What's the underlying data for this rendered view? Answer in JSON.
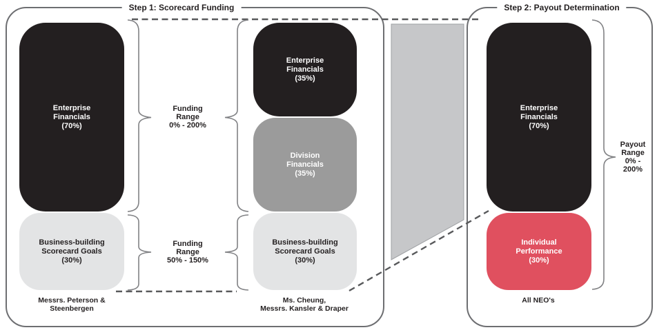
{
  "step1": {
    "title": "Step 1: Scorecard Funding",
    "columns": [
      {
        "caption": "Messrs. Peterson &\nSteenbergen",
        "boxes": [
          {
            "label": "Enterprise\nFinancials\n(70%)",
            "color": "#231f20"
          },
          {
            "label": "Business-building\nScorecard Goals\n(30%)",
            "color": "#e3e4e5"
          }
        ]
      },
      {
        "caption": "Ms. Cheung,\nMessrs. Kansler & Draper",
        "boxes": [
          {
            "label": "Enterprise\nFinancials\n(35%)",
            "color": "#231f20"
          },
          {
            "label": "Division\nFinancials\n(35%)",
            "color": "#9b9b9b"
          },
          {
            "label": "Business-building\nScorecard Goals\n(30%)",
            "color": "#e3e4e5"
          }
        ]
      }
    ],
    "funding_ranges": [
      {
        "label": "Funding\nRange\n0% - 200%"
      },
      {
        "label": "Funding\nRange\n50% - 150%"
      }
    ]
  },
  "step2": {
    "title": "Step 2: Payout Determination",
    "caption": "All NEO's",
    "boxes": [
      {
        "label": "Enterprise\nFinancials\n(70%)",
        "color": "#231f20"
      },
      {
        "label": "Individual\nPerformance\n(30%)",
        "color": "#e0505f"
      }
    ],
    "payout_range": {
      "label": "Payout\nRange\n0% - 200%"
    }
  },
  "colors": {
    "box_black": "#231f20",
    "box_gray": "#9b9b9b",
    "box_light_gray": "#e3e4e5",
    "box_red": "#e0505f",
    "panel_border": "#6d6e71",
    "brace": "#808184",
    "dashed_connector": "#58595b",
    "funnel_fill": "#c6c7c9"
  }
}
